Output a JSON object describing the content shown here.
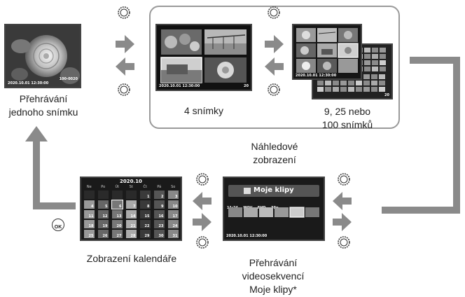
{
  "labels": {
    "single_line1": "Přehrávání",
    "single_line2": "jednoho snímku",
    "four": "4 snímky",
    "multi_line1": "9, 25 nebo",
    "multi_line2": "100 snímků",
    "index_line1": "Náhledové",
    "index_line2": "zobrazení",
    "calendar": "Zobrazení kalendáře",
    "movie_line1": "Přehrávání",
    "movie_line2": "videosekvencí",
    "movie_line3": "Moje klipy*"
  },
  "ok_button": "OK",
  "screens": {
    "single": {
      "date": "2020.10.01 12:30:00",
      "number": "100-0020"
    },
    "four": {
      "date": "2020.10.01 12:30:00",
      "count": "20"
    },
    "multi": {
      "date": "2020.10.01 12:30:00",
      "count": "20"
    },
    "calendar": {
      "title": "2020.10",
      "weekdays": [
        "Ne",
        "Po",
        "Út",
        "St",
        "Čt",
        "Pá",
        "So"
      ],
      "days": [
        "1",
        "2",
        "3",
        "4",
        "5",
        "6",
        "7",
        "8",
        "9",
        "10",
        "11",
        "12",
        "13",
        "14",
        "15",
        "16",
        "17",
        "18",
        "19",
        "20",
        "21",
        "22",
        "23",
        "24",
        "25",
        "26",
        "27",
        "28",
        "29",
        "30",
        "31"
      ]
    },
    "movie": {
      "title": "Moje klipy",
      "info_time": "11:24",
      "info_format": "MOV",
      "info_quality": "FHD",
      "info_rate": "30p",
      "date": "2020.10.01 12:30:00"
    }
  },
  "colors": {
    "arrow": "#8a8a8a",
    "frame": "#9a9a9a",
    "screen_bg": "#1a1a1a"
  },
  "icons": [
    "dial-icon",
    "arrow-right-icon",
    "arrow-left-icon",
    "ok-button-icon"
  ]
}
